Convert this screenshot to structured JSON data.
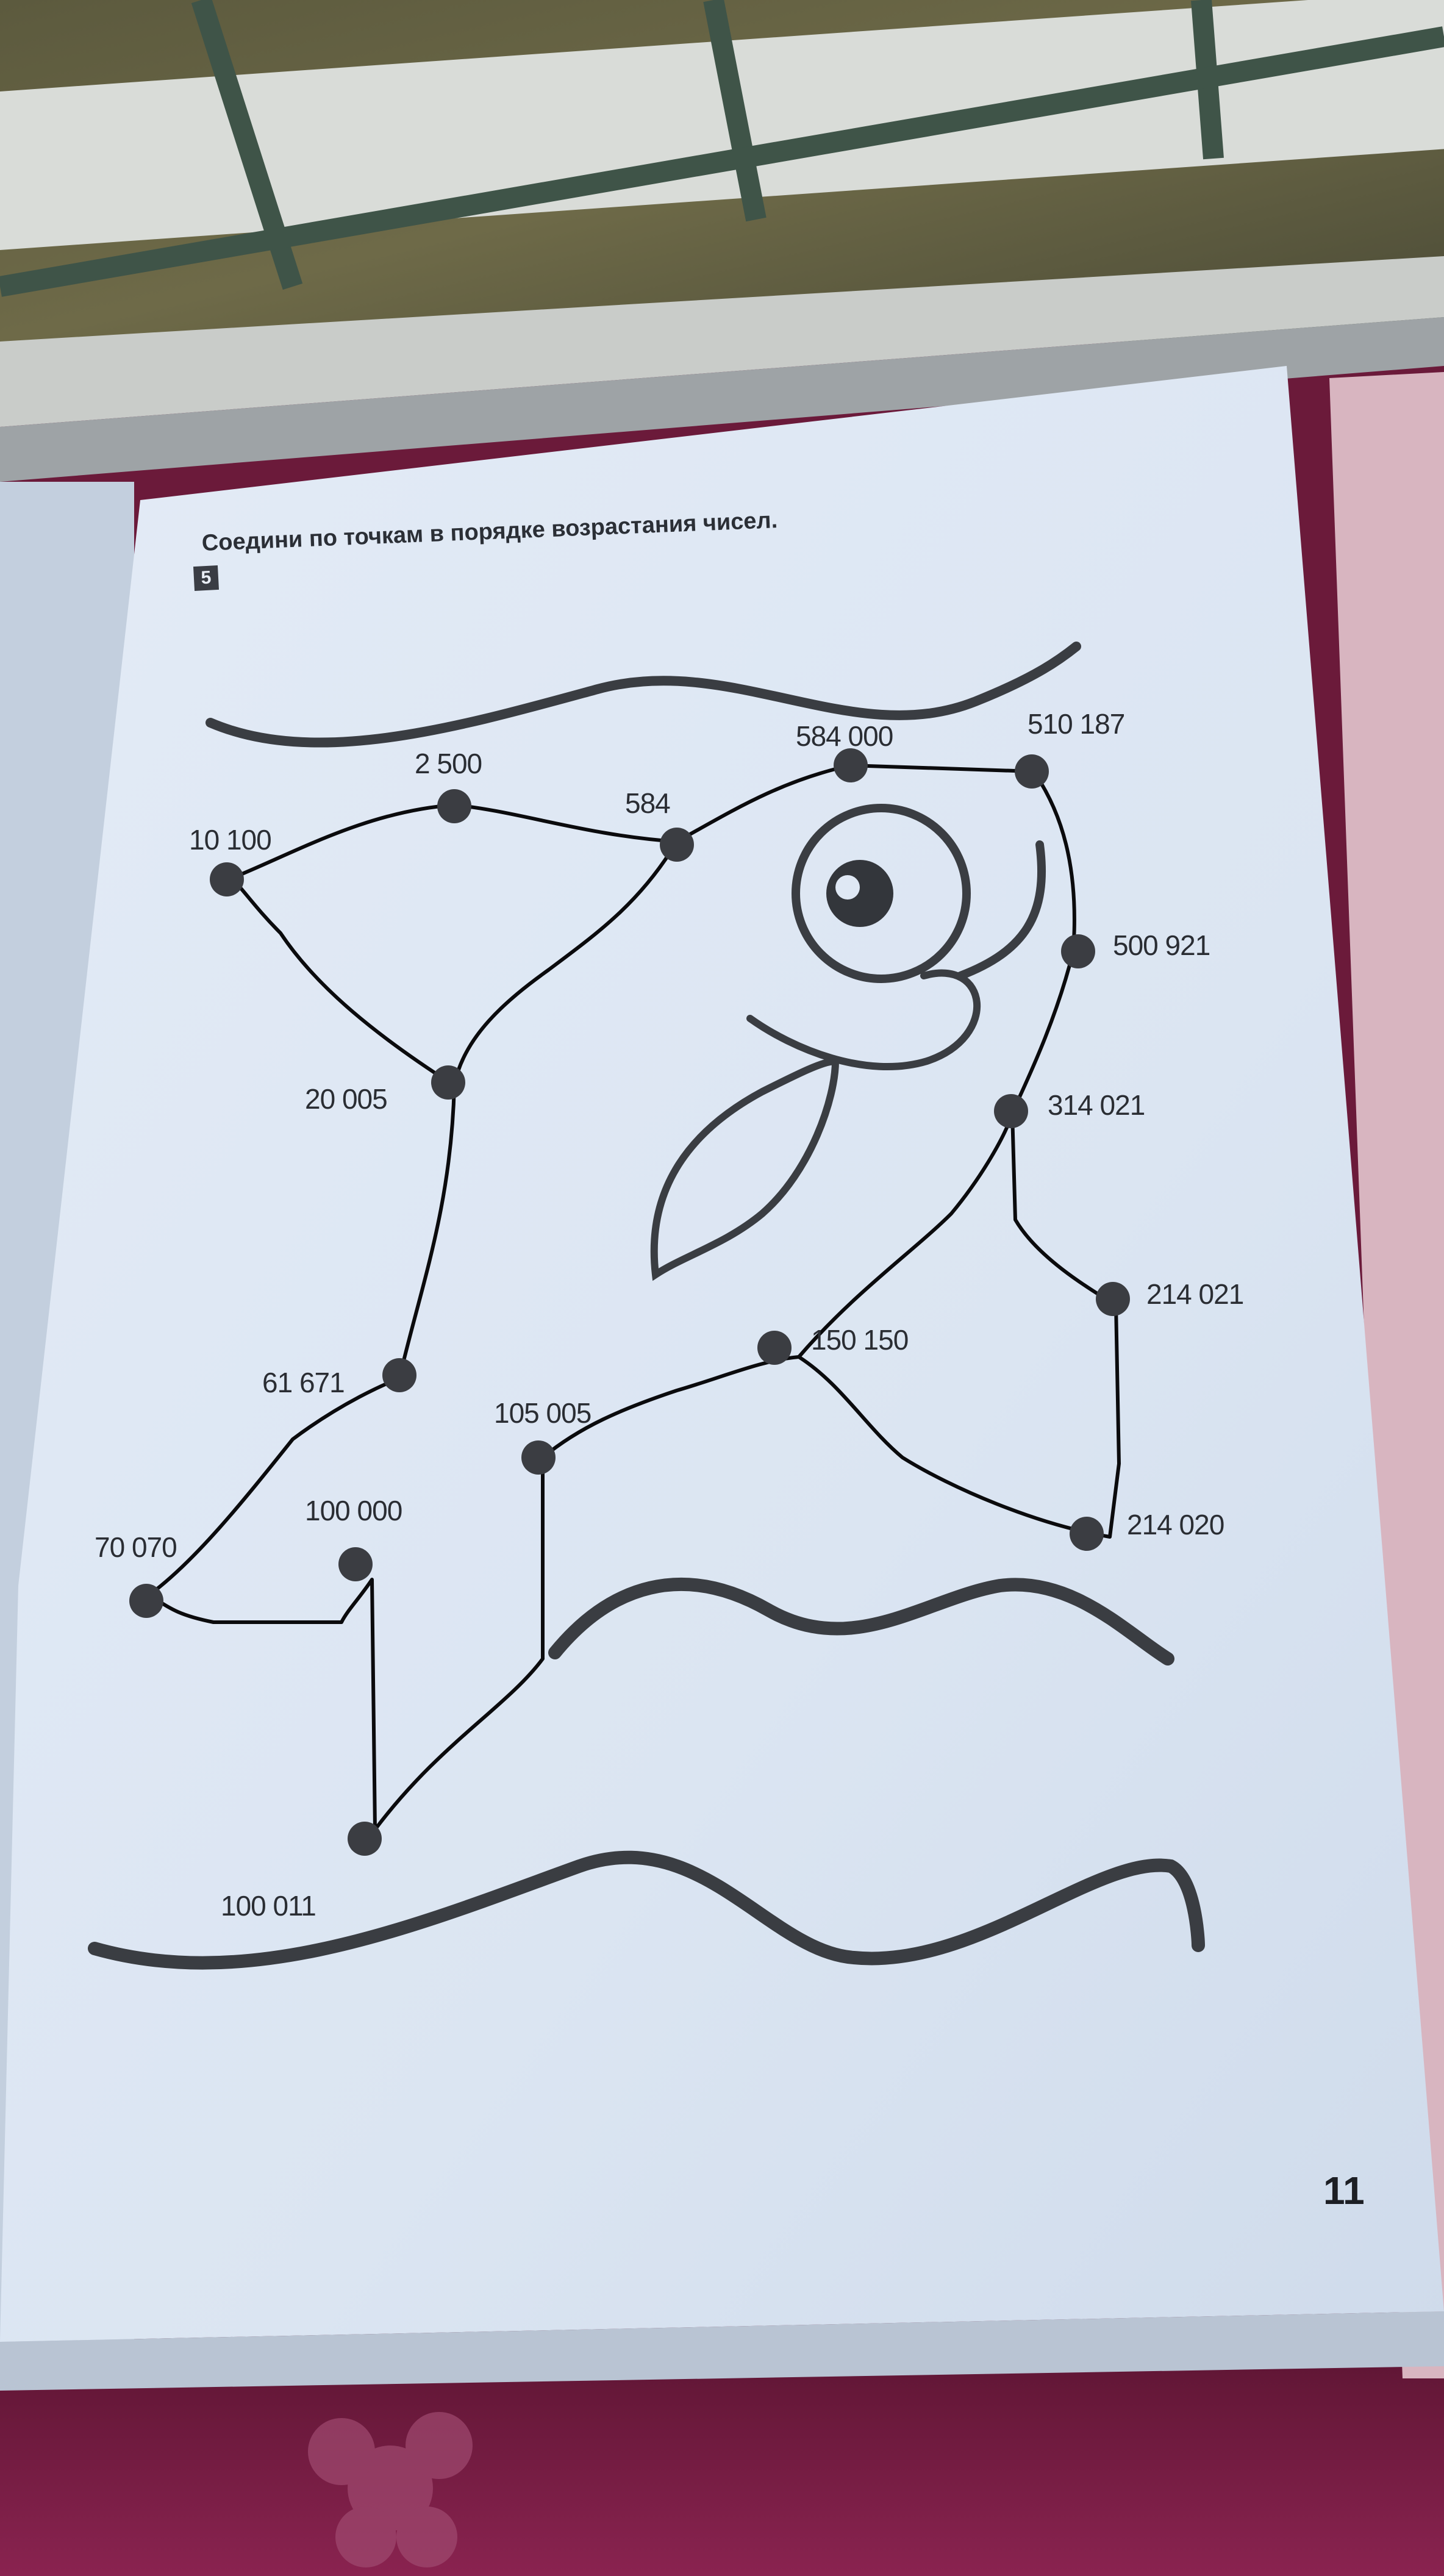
{
  "page": {
    "instruction": "Соедини по точкам в порядке возрастания чисел.",
    "task_number": "5",
    "page_number": "11"
  },
  "dots": [
    {
      "label": "10 100"
    },
    {
      "label": "2 500"
    },
    {
      "label": "584"
    },
    {
      "label": "584 000"
    },
    {
      "label": "510 187"
    },
    {
      "label": "500 921"
    },
    {
      "label": "314 021"
    },
    {
      "label": "214 021"
    },
    {
      "label": "214 020"
    },
    {
      "label": "150 150"
    },
    {
      "label": "105 005"
    },
    {
      "label": "100 000"
    },
    {
      "label": "100 011"
    },
    {
      "label": "70 070"
    },
    {
      "label": "61 671"
    },
    {
      "label": "20 005"
    }
  ],
  "colors": {
    "paper": "#dfe8f4",
    "ink": "#2a2d33",
    "drawn_line": "#0b0b0d",
    "tablecloth": "#7a1e44"
  }
}
